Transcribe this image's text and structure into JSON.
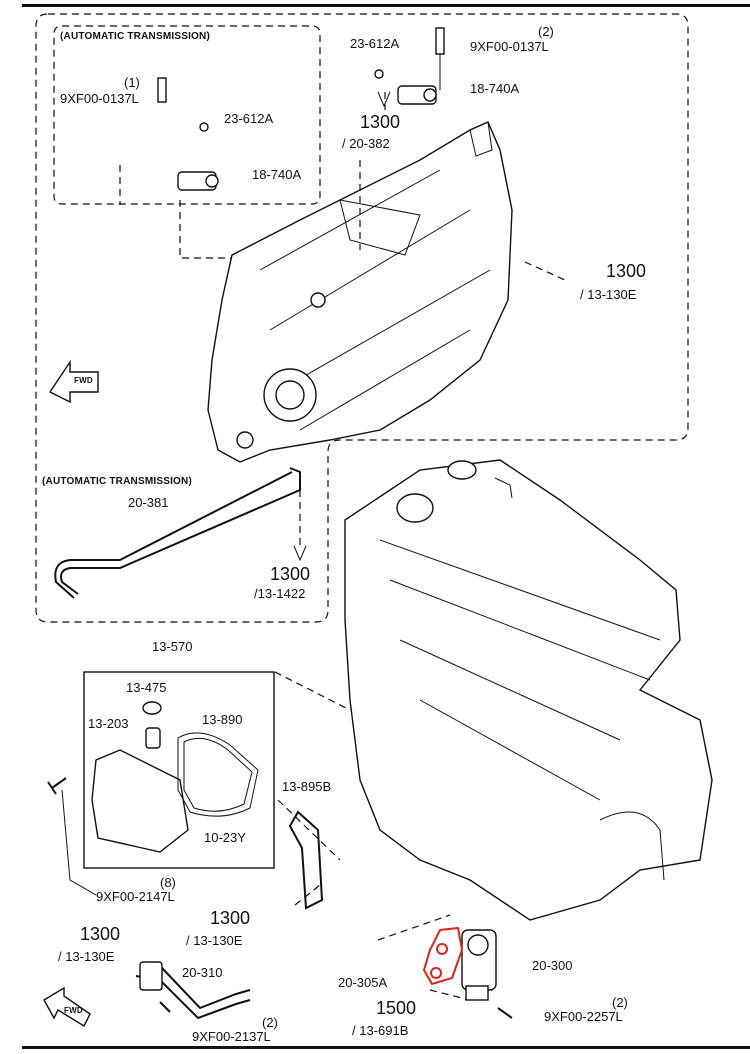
{
  "labels": {
    "at_top": "(AUTOMATIC TRANSMISSION)",
    "at_mid": "(AUTOMATIC TRANSMISSION)",
    "p23612a_a": "23-612A",
    "p9xf_top_qty": "(2)",
    "p9xf_top": "9XF00-0137L",
    "p18740a_a": "18-740A",
    "p1300_a": "1300",
    "p1300_a_sub": "/ 20-382",
    "p1_qty": "(1)",
    "p9xf_left": "9XF00-0137L",
    "p23612a_b": "23-612A",
    "p18740a_b": "18-740A",
    "p1300_b": "1300",
    "p1300_b_sub": "/ 13-130E",
    "p20381": "20-381",
    "p1300_c": "1300",
    "p1300_c_sub": "/13-1422",
    "p13570": "13-570",
    "p13475": "13-475",
    "p13203": "13-203",
    "p13890": "13-890",
    "p13895b": "13-895B",
    "p1023y": "10-23Y",
    "p8_qty": "(8)",
    "p9xf_2147": "9XF00-2147L",
    "p1300_d": "1300",
    "p1300_d_sub": "/ 13-130E",
    "p1300_e": "1300",
    "p1300_e_sub": "/ 13-130E",
    "p20310": "20-310",
    "p2_qty_b": "(2)",
    "p9xf_2137": "9XF00-2137L",
    "p20300": "20-300",
    "p20305a": "20-305A",
    "p1500": "1500",
    "p1500_sub": "/ 13-691B",
    "p2_qty_c": "(2)",
    "p9xf_2257": "9XF00-2257L",
    "fwd": "FWD"
  },
  "colors": {
    "line": "#111111",
    "highlight": "#e0201a"
  }
}
